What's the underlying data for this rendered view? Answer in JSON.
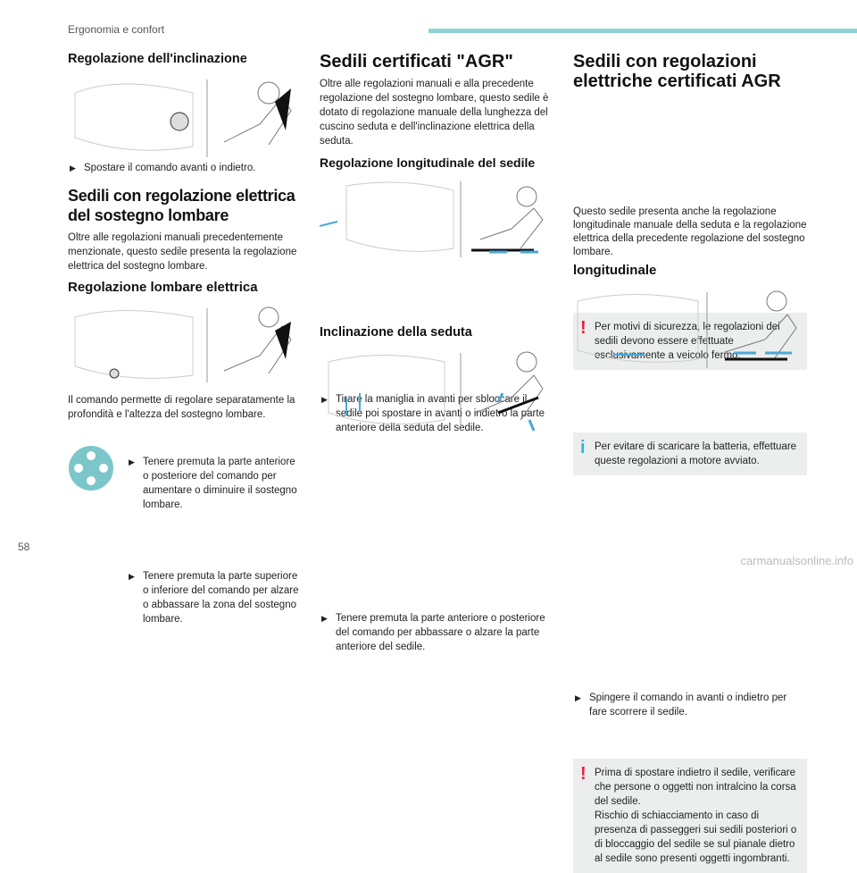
{
  "header": {
    "section": "Ergonomia e confort",
    "page": "58",
    "watermark": "carmanualsonline.info"
  },
  "col1": {
    "h_incl": "Regolazione dell'inclinazione",
    "b_incl": "Spostare il comando avanti o indietro.",
    "h_elec": "Sedili con regolazione elettrica del sostegno lombare",
    "p_elec": "Oltre alle regolazioni manuali precedentemente menzionate, questo sedile presenta la regolazione elettrica del sostegno lombare.",
    "h_lomb": "Regolazione lombare elettrica",
    "p_lomb": "Il comando permette di regolare separatamente la profondità e l'altezza del sostegno lombare.",
    "b1": "Tenere premuta la parte anteriore o posteriore del comando per aumentare o diminuire il sostegno lombare.",
    "b2": "Tenere premuta la parte superiore o inferiore del comando per alzare o abbassare la zona del sostegno lombare."
  },
  "col2": {
    "h_agr": "Sedili certificati \"AGR\"",
    "p_agr": "Oltre alle regolazioni manuali e alla precedente regolazione del sostegno lombare, questo sedile è dotato di regolazione manuale della lunghezza del cuscino seduta e dell'inclinazione elettrica della seduta.",
    "h_long": "Regolazione longitudinale del sedile",
    "b_long": "Tirare la maniglia in avanti per sbloccare il sedile poi spostare in avanti o indietro la parte anteriore della seduta del sedile.",
    "h_incl": "Inclinazione della seduta",
    "b_incl": "Tenere premuta la parte anteriore o posteriore del comando per abbassare o alzare la parte anteriore del sedile."
  },
  "col3": {
    "h_title": "Sedili con regolazioni elettriche certificati AGR",
    "warn1": "Per motivi di sicurezza, le regolazioni dei sedili devono essere effettuate esclusivamente a veicolo fermo.",
    "info1": "Per evitare di scaricare la batteria, effettuare queste regolazioni a motore avviato.",
    "p1": "Questo sedile presenta anche la regolazione longitudinale manuale della seduta e la regolazione elettrica della precedente regolazione del sostegno lombare.",
    "h_long": "longitudinale",
    "b_long": "Spingere il comando in avanti o indietro per fare scorrere il sedile.",
    "warn2a": "Prima di spostare indietro il sedile, verificare che persone o oggetti non intralcino la corsa del sedile.",
    "warn2b": "Rischio di schiacciamento in caso di presenza di passeggeri sui sedili posteriori o di bloccaggio del sedile se sul pianale dietro al sedile sono presenti oggetti ingombranti."
  },
  "icons": {
    "bullet": "bullet-arrow-icon",
    "warning": "warning-icon",
    "info": "info-icon",
    "accent": "#8fd3d6",
    "warn_color": "#e8203a",
    "info_color": "#34b2de"
  }
}
